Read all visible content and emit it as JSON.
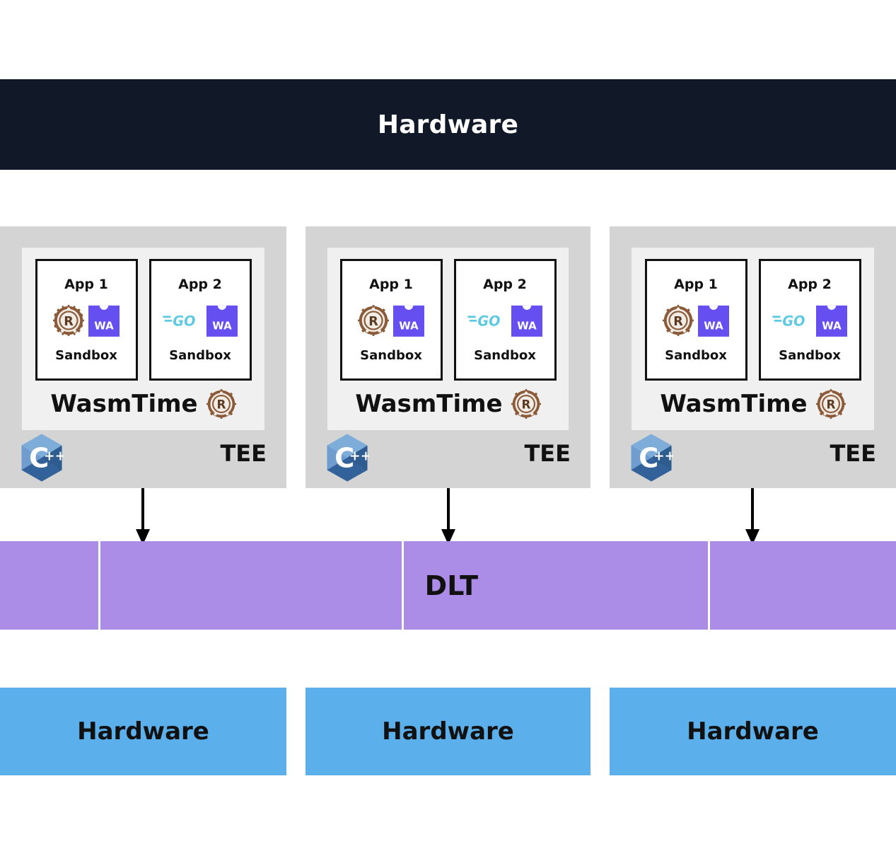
{
  "diagram": {
    "top_banner": {
      "label": "Hardware",
      "bg_color": "#111827",
      "text_color": "#ffffff"
    },
    "tee_panels": [
      {
        "tee_label": "TEE",
        "runtime_label": "WasmTime",
        "runtime_icon": "rust-icon",
        "platform_icon": "cpp-icon",
        "apps": [
          {
            "title": "App 1",
            "sandbox_label": "Sandbox",
            "lang_icon": "rust-icon",
            "target_icon": "webassembly-icon",
            "target_text": "WA"
          },
          {
            "title": "App 2",
            "sandbox_label": "Sandbox",
            "lang_icon": "go-icon",
            "target_icon": "webassembly-icon",
            "target_text": "WA"
          }
        ]
      },
      {
        "tee_label": "TEE",
        "runtime_label": "WasmTime",
        "runtime_icon": "rust-icon",
        "platform_icon": "cpp-icon",
        "apps": [
          {
            "title": "App 1",
            "sandbox_label": "Sandbox",
            "lang_icon": "rust-icon",
            "target_icon": "webassembly-icon",
            "target_text": "WA"
          },
          {
            "title": "App 2",
            "sandbox_label": "Sandbox",
            "lang_icon": "go-icon",
            "target_icon": "webassembly-icon",
            "target_text": "WA"
          }
        ]
      },
      {
        "tee_label": "TEE",
        "runtime_label": "WasmTime",
        "runtime_icon": "rust-icon",
        "platform_icon": "cpp-icon",
        "apps": [
          {
            "title": "App 1",
            "sandbox_label": "Sandbox",
            "lang_icon": "rust-icon",
            "target_icon": "webassembly-icon",
            "target_text": "WA"
          },
          {
            "title": "App 2",
            "sandbox_label": "Sandbox",
            "lang_icon": "go-icon",
            "target_icon": "webassembly-icon",
            "target_text": "WA"
          }
        ]
      }
    ],
    "dlt": {
      "label": "DLT",
      "segment_count": 4,
      "bg_color": "#ab8ce6"
    },
    "hardware_boxes": [
      {
        "label": "Hardware"
      },
      {
        "label": "Hardware"
      },
      {
        "label": "Hardware"
      }
    ],
    "colors": {
      "tee_panel_bg": "#d4d4d4",
      "runtime_bg": "#f0f0f0",
      "app_box_bg": "#ffffff",
      "app_box_border": "#111111",
      "dlt_purple": "#ab8ce6",
      "hardware_blue": "#5bafea",
      "banner_dark": "#111827",
      "wasm_purple": "#654ff0",
      "rust_brown": "#8b5a38",
      "go_blue": "#5dc9e2",
      "cpp_blue": "#6f9dd0",
      "arrow_color": "#000000"
    }
  }
}
